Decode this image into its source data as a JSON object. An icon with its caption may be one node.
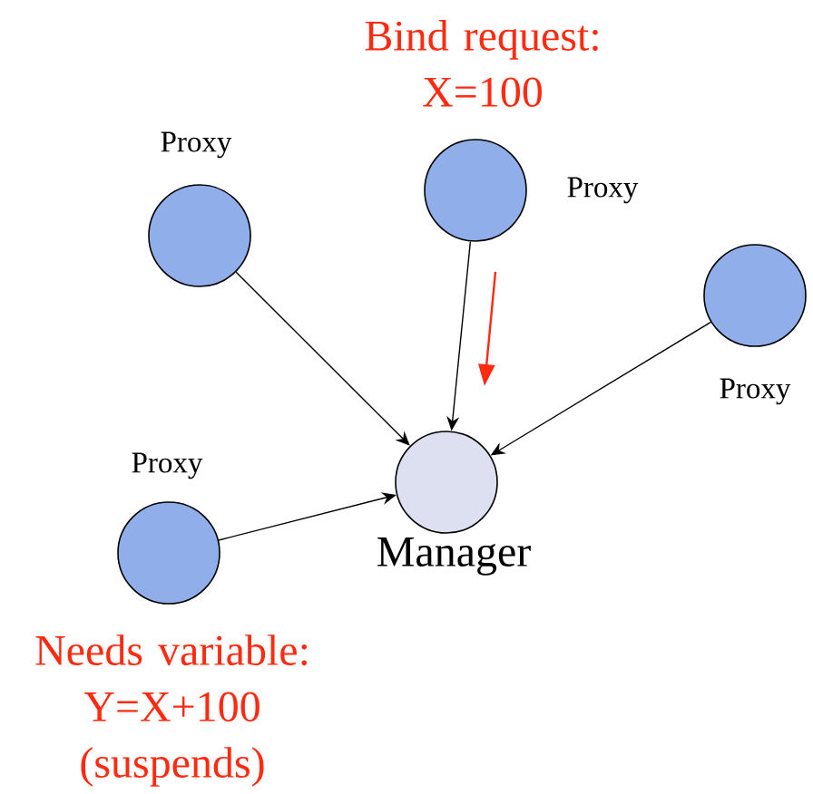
{
  "diagram": {
    "nodes": [
      {
        "text": [
          "Proxy"
        ]
      },
      {
        "text": [
          "Proxy"
        ],
        "beside": [
          "Bind request: X=100"
        ]
      },
      {
        "text": [
          "Proxy"
        ]
      },
      {
        "text": [
          "Proxy"
        ],
        "beside": [
          "Needs variable: Y=X+100 (suspends)"
        ]
      },
      {
        "text": [
          "Manager"
        ]
      }
    ],
    "edges": [
      {
        "from": 0,
        "to": 4,
        "arrow": "to"
      },
      {
        "from": 1,
        "to": 4,
        "arrow": "to"
      },
      {
        "from": 2,
        "to": 4,
        "arrow": "to"
      },
      {
        "from": 3,
        "to": 4,
        "arrow": "to"
      }
    ]
  }
}
